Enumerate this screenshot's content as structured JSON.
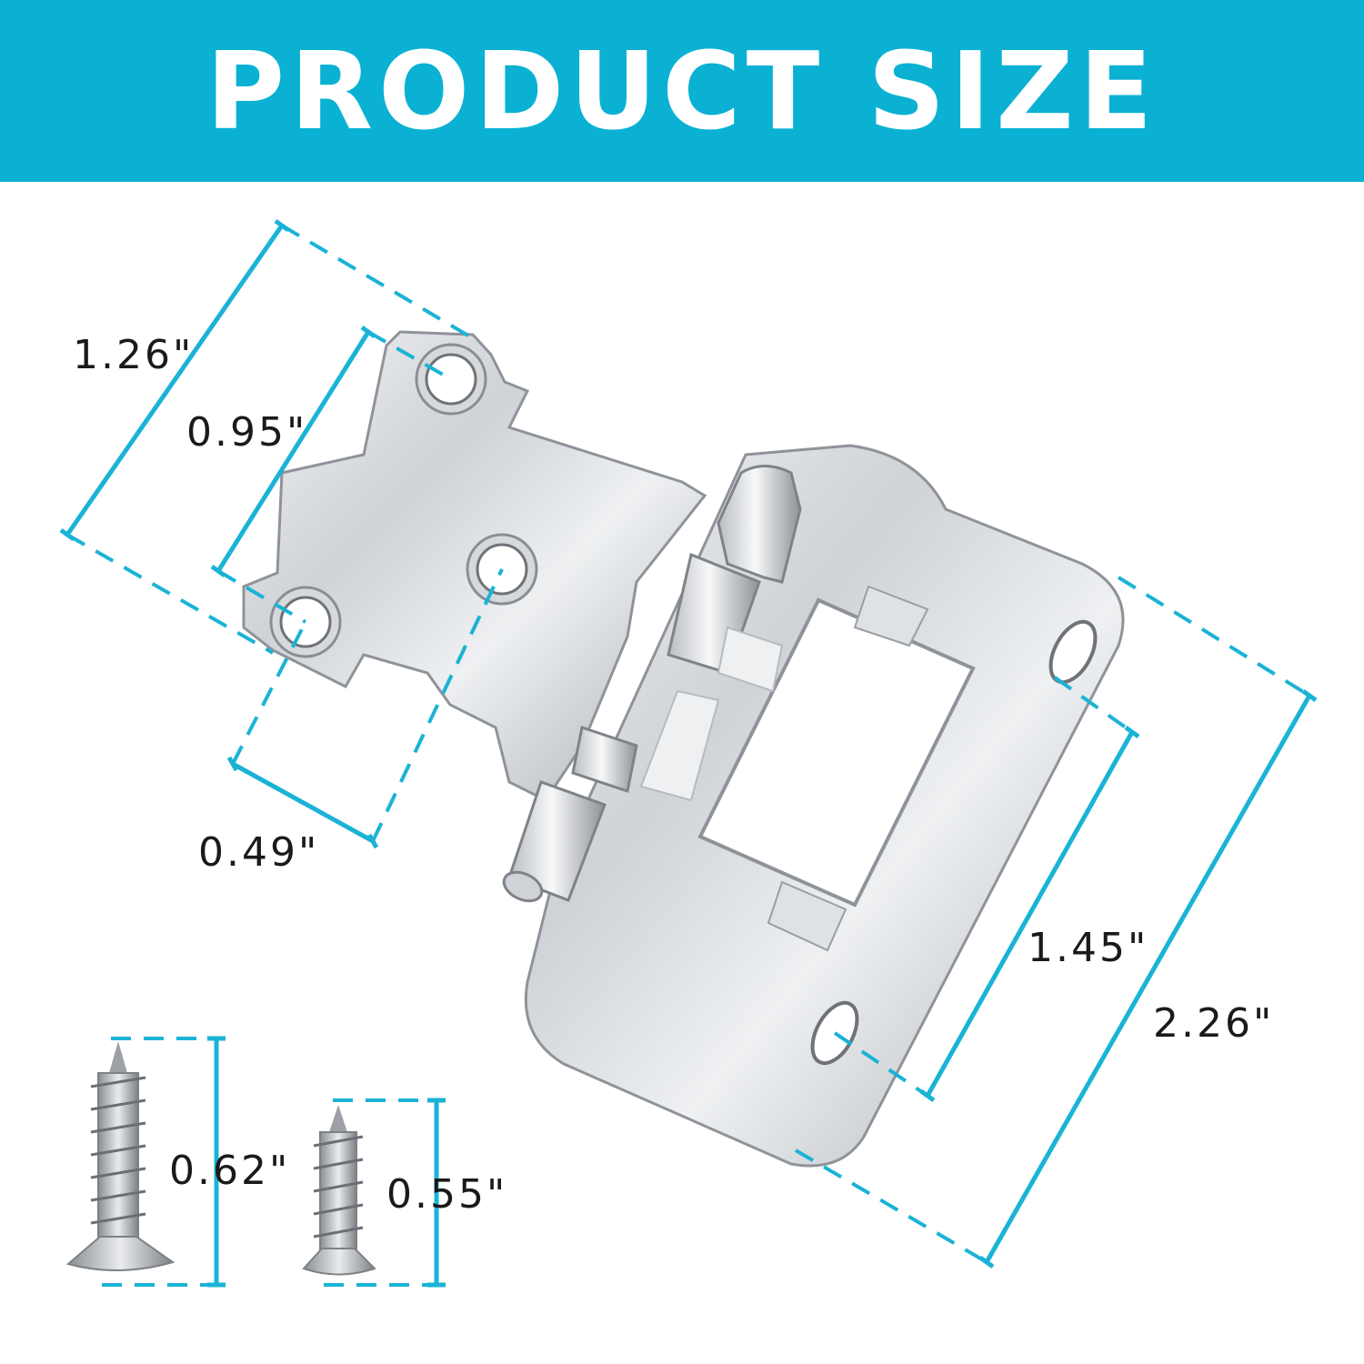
{
  "header": {
    "title": "PRODUCT SIZE",
    "background_color": "#0ab1d3"
  },
  "accent_color": "#1ab3d6",
  "hinge": {
    "dimensions": {
      "plate_width": "1.26\"",
      "hole_spacing": "0.95\"",
      "hole_offset": "0.49\"",
      "slot_spacing": "1.45\"",
      "frame_length": "2.26\""
    }
  },
  "screws": {
    "long_screw_length": "0.62\"",
    "short_screw_length": "0.55\""
  }
}
